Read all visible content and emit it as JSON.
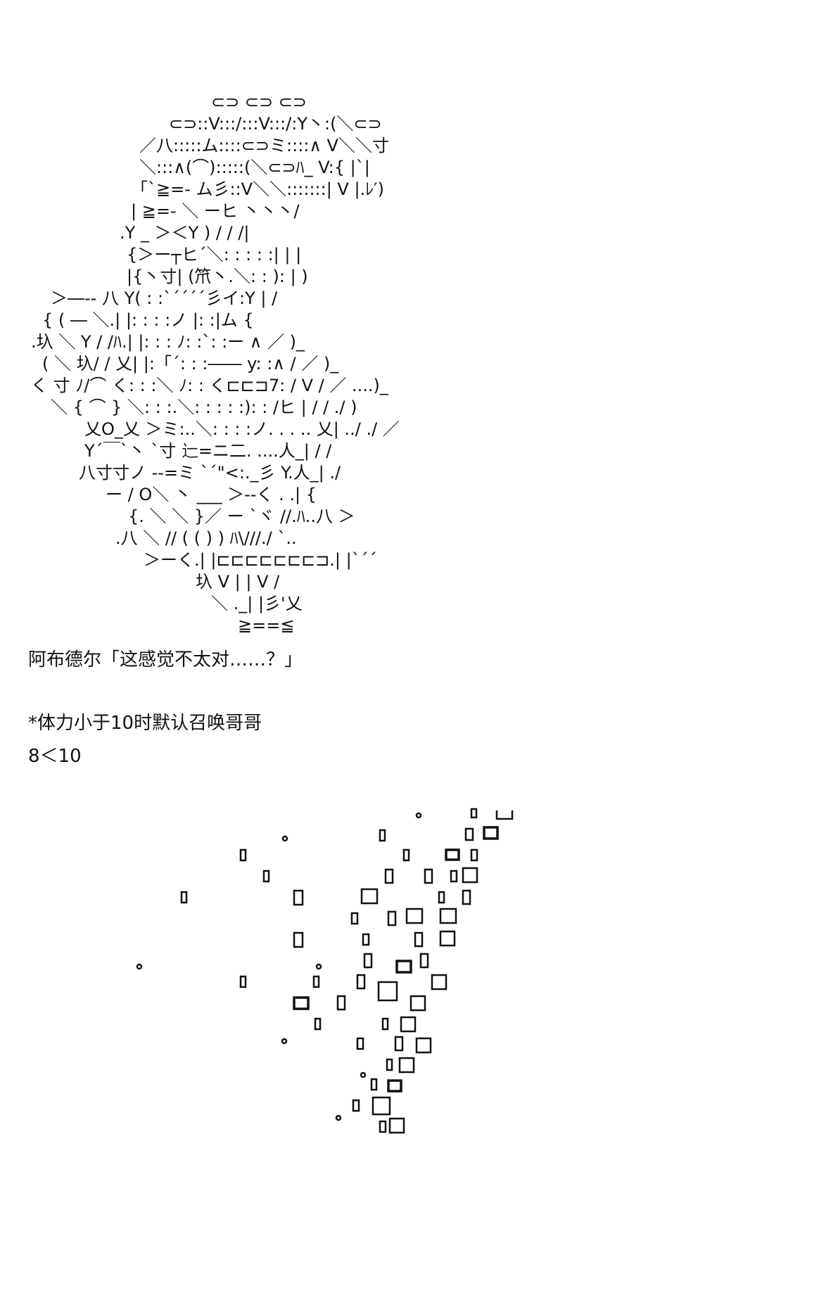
{
  "ascii_art": {
    "lines": [
      "⊂⊃ ⊂⊃ ⊂⊃",
      "⊂⊃::V:::/:::V:::/:Y丶:(＼⊂⊃",
      "／八:::::ム::::⊂⊃ミ::::∧ V＼＼寸",
      "＼:::∧(⌒):::::(＼⊂⊃ﾊ_ V:{ |`|",
      "「`≧=- ム彡::V＼＼:::::::| V |.ﾚ′)",
      "| ≧=- ＼ ーヒ 丶丶丶/",
      ".Y _ ＞＜Y ) / / /|",
      "{＞ー┬ヒ´＼: : : : :| | |",
      "|{丶寸| (笊丶.＼: : ): | )",
      "＞―-- 八 Y( : :`´´´´彡イ:Y | /",
      "{ ( ― ＼.| |: : : :ノ |: :|ム {",
      ".圦 ＼ Y / /ﾊ.| |: : : ﾉ: :`: :ー ∧ ／ )_",
      "( ＼ 圦/ / 乂| |:「´: : :―― y: :∧ / ／ )_",
      "く 寸 ﾉ/⌒ く: : :＼ ﾉ: : く⊏⊏⊐7: / V / ／ ....)_",
      "＼ { ⌒ } ＼: : :.＼: : : : :): : /ヒ | / / ./ )",
      "乂O_乂 ＞ミ:..＼: : : :ノ. . . .. 乂| ../ ./ ／",
      "Y´￣`丶 `寸 辷=ニ二. ....人_| / /",
      "八寸寸ノ --=ミ `´\"<:._彡 Y.人_| ./",
      "ー / O＼ 丶 ___ ＞--く . .| {",
      "{. ＼ ＼ }／ ー `ヾ //.ﾊ..八 ＞",
      ".八 ＼ // ( ( ) ) ﾊ\\///./ `..",
      "＞ーく.| |⊏⊏⊏⊏⊏⊏⊏⊐.| |`´´",
      "圦 V | | V /",
      "＼ ._| |彡'乂",
      "≧==≦"
    ]
  },
  "dialogue": {
    "line1": "阿布德尔「这感觉不太对……？」",
    "line2": "*体力小于10时默认召唤哥哥",
    "line3": "8＜10"
  },
  "colors": {
    "ink": "#111111",
    "background": "#ffffff"
  }
}
